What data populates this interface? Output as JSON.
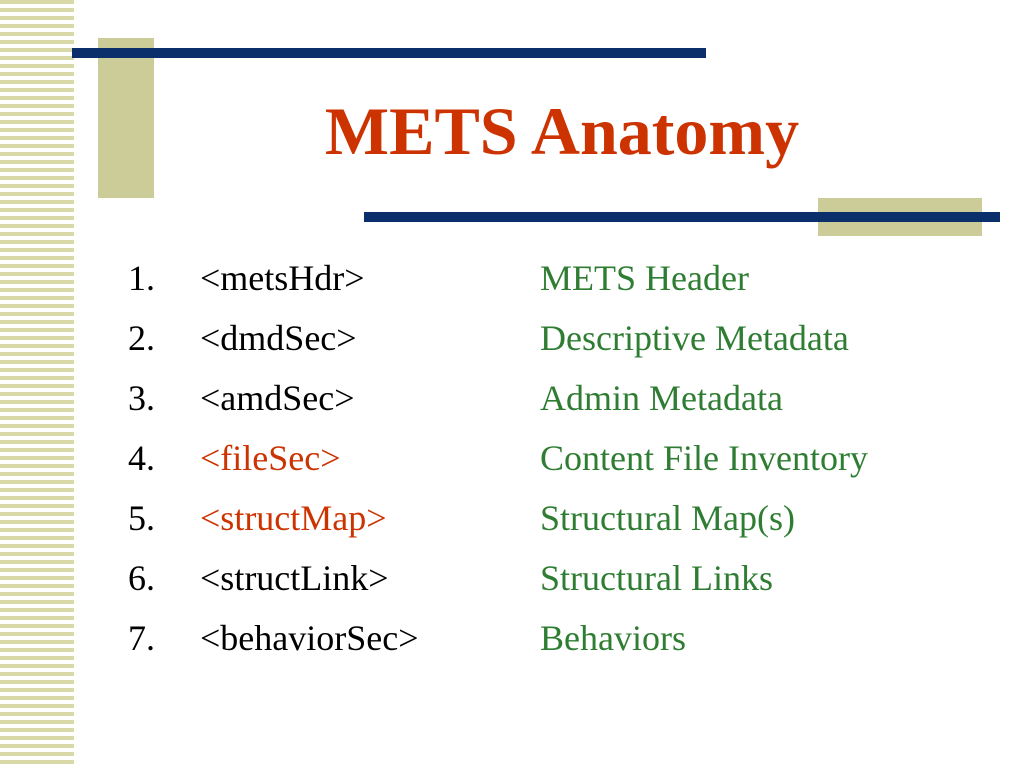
{
  "colors": {
    "title": "#cc3300",
    "tag_default": "#000000",
    "tag_highlight": "#cc3300",
    "description": "#2e7d32",
    "navy_bar": "#0a2f6b",
    "tan_block": "#cccc99"
  },
  "slide": {
    "title": "METS Anatomy",
    "items": [
      {
        "number": "1.",
        "tag": "<metsHdr>",
        "description": "METS Header",
        "highlight": false
      },
      {
        "number": "2.",
        "tag": "<dmdSec>",
        "description": "Descriptive Metadata",
        "highlight": false
      },
      {
        "number": "3.",
        "tag": "<amdSec>",
        "description": "Admin Metadata",
        "highlight": false
      },
      {
        "number": "4.",
        "tag": "<fileSec>",
        "description": "Content File Inventory",
        "highlight": true
      },
      {
        "number": "5.",
        "tag": "<structMap>",
        "description": "Structural Map(s)",
        "highlight": true
      },
      {
        "number": "6.",
        "tag": "<structLink>",
        "description": "Structural Links",
        "highlight": false
      },
      {
        "number": "7.",
        "tag": "<behaviorSec>",
        "description": "Behaviors",
        "highlight": false
      }
    ]
  }
}
